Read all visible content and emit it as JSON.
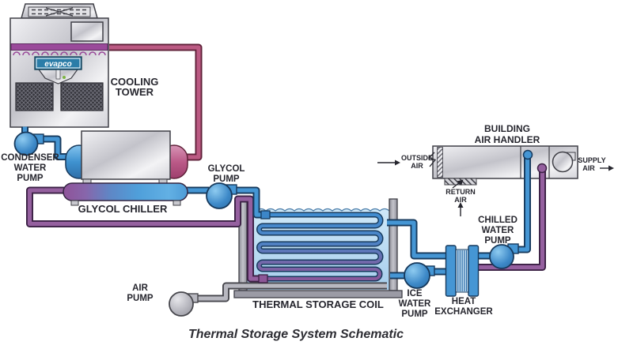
{
  "title": "Thermal Storage System Schematic",
  "brand": "evapco",
  "labels": {
    "cooling_tower": [
      "COOLING",
      "TOWER"
    ],
    "condenser_water_pump": [
      "CONDENSER",
      "WATER",
      "PUMP"
    ],
    "glycol_chiller": [
      "GLYCOL CHILLER"
    ],
    "glycol_pump": [
      "GLYCOL",
      "PUMP"
    ],
    "thermal_storage_coil": [
      "THERMAL STORAGE COIL"
    ],
    "air_pump": [
      "AIR",
      "PUMP"
    ],
    "ice_water_pump": [
      "ICE",
      "WATER",
      "PUMP"
    ],
    "heat_exchanger": [
      "HEAT",
      "EXCHANGER"
    ],
    "chilled_water_pump": [
      "CHILLED",
      "WATER",
      "PUMP"
    ],
    "building_air_handler": [
      "BUILDING",
      "AIR HANDLER"
    ],
    "outside_air": [
      "OUTSIDE",
      "AIR"
    ],
    "return_air": [
      "RETURN",
      "AIR"
    ],
    "supply_air": [
      "SUPPLY",
      "AIR"
    ]
  },
  "colors": {
    "pipe_chilled_water": "#4596d4",
    "pipe_warm_glycol": "#95609f",
    "pipe_condenser_return": "#bb5a83",
    "pipe_air": "#b8b8c0",
    "tank_water": "#aacfee",
    "logo_banner": "#2b7da8",
    "spray_header": "#9a4a9a",
    "equipment_metal": "#d6d6db",
    "label_text": "#26262e"
  }
}
